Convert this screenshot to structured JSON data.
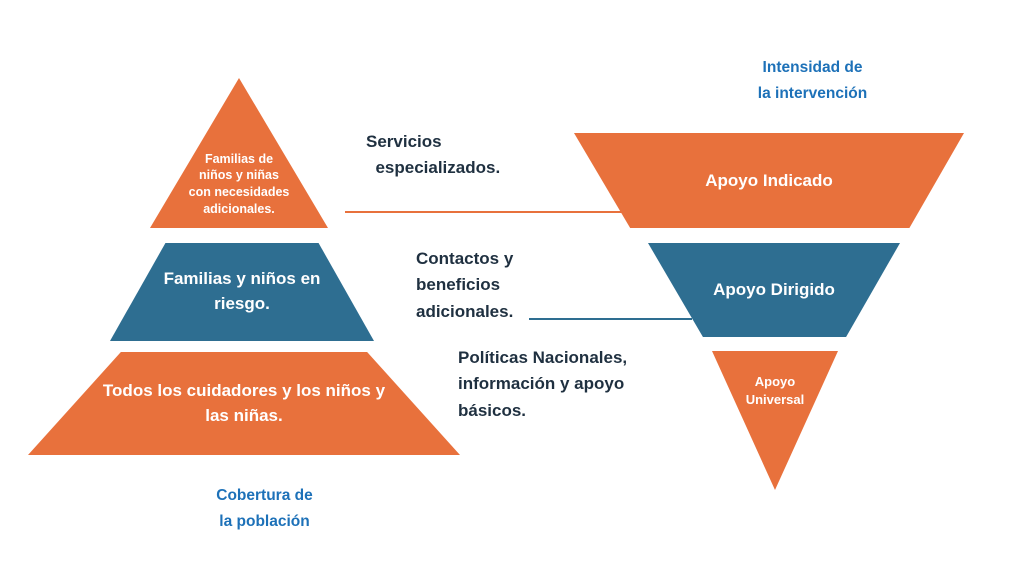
{
  "axes": {
    "intensity_label": "Intensidad de\nla intervención",
    "coverage_label": "Cobertura de\nla población"
  },
  "left_pyramid": {
    "tiers": [
      {
        "label": "Familias de\nniños y niñas\ncon necesidades\nadicionales.",
        "color": "#E8713C"
      },
      {
        "label": "Familias y niños en\nriesgo.",
        "color": "#2E6E91"
      },
      {
        "label": "Todos los cuidadores y los niños y\nlas niñas.",
        "color": "#E8713C"
      }
    ]
  },
  "middle_labels": [
    {
      "text": "Servicios\n  especializados."
    },
    {
      "text": "Contactos y\nbeneficios\nadicionales."
    },
    {
      "text": "Políticas Nacionales,\ninformación y apoyo\nbásicos."
    }
  ],
  "right_pyramid": {
    "tiers": [
      {
        "label": "Apoyo Indicado",
        "color": "#E8713C"
      },
      {
        "label": "Apoyo Dirigido",
        "color": "#2E6E91"
      },
      {
        "label": "Apoyo\nUniversal",
        "color": "#E8713C"
      }
    ]
  },
  "colors": {
    "orange": "#E8713C",
    "blue": "#2E6E91",
    "heading_blue": "#1D71B8",
    "dark_text": "#1F3040",
    "background": "#FFFFFF"
  }
}
